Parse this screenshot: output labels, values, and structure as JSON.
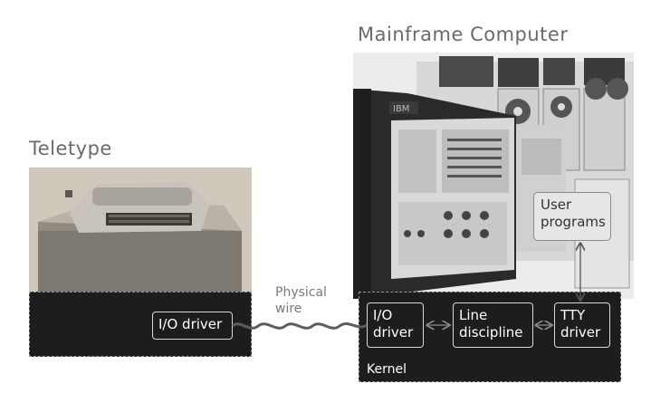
{
  "titles": {
    "mainframe": "Mainframe Computer",
    "teletype": "Teletype"
  },
  "teletype_panel": {
    "io_driver": "I/O driver"
  },
  "wire": {
    "label_line1": "Physical",
    "label_line2": "wire"
  },
  "kernel": {
    "label": "Kernel",
    "io_driver_line1": "I/O",
    "io_driver_line2": "driver",
    "line_discipline_line1": "Line",
    "line_discipline_line2": "discipline",
    "tty_driver_line1": "TTY",
    "tty_driver_line2": "driver"
  },
  "user_programs": {
    "line1": "User",
    "line2": "programs"
  },
  "photo_text": {
    "ibm": "IBM"
  }
}
